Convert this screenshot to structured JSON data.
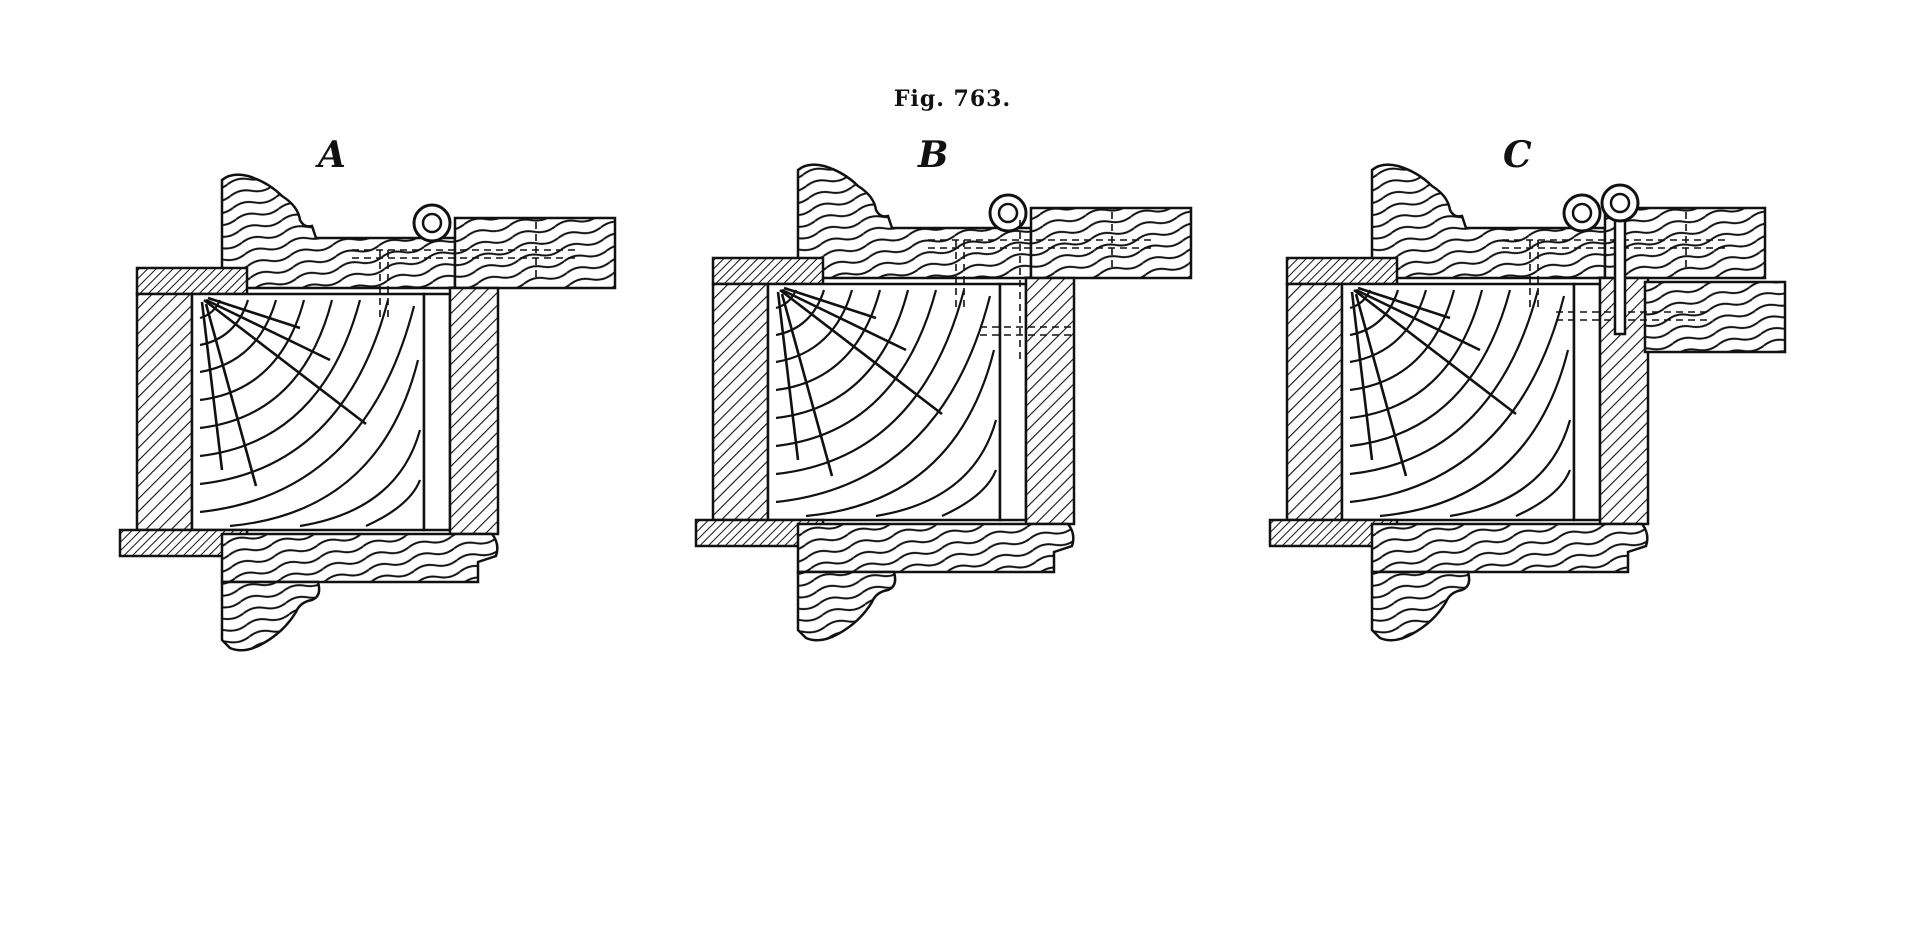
{
  "figure": {
    "title": "Fig. 763.",
    "panels": [
      {
        "id": "A",
        "label": "A"
      },
      {
        "id": "B",
        "label": "B"
      },
      {
        "id": "C",
        "label": "C"
      }
    ]
  },
  "colors": {
    "ink": "#111111",
    "paper": "#ffffff"
  }
}
